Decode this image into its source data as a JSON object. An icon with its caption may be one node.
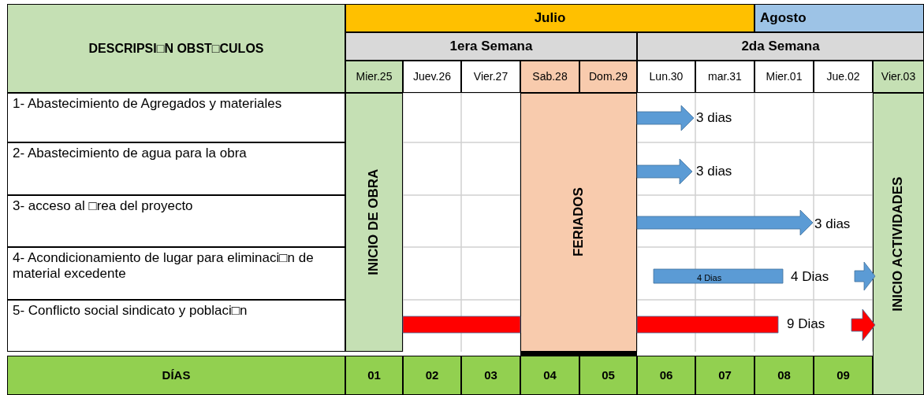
{
  "diagram": {
    "labels": [
      "DESCRIPSI□N OBST□CULOS",
      "Julio",
      "Agosto",
      "1era Semana",
      "2da Semana",
      "Mier.25",
      "Juev.26",
      "Vier.27",
      "Sab.28",
      "Dom.29",
      "Lun.30",
      "mar.31",
      "Mier.01",
      "Jue.02",
      "Vier.03",
      "1- Abastecimiento de Agregados y materiales",
      "INICIO DE OBRA",
      "FERIADOS",
      "3 dias",
      "INICIO ACTIVIDADES",
      "2- Abastecimiento de agua para la obra",
      "3 dias",
      "3- acceso al □rea del proyecto",
      "3 dias",
      "4- Acondicionamiento de lugar para eliminaci□n de material excedente",
      "4 Dias",
      "4 Dias",
      "5- Conflicto social sindicato y poblaci□n",
      "9 Dias",
      "DÍAS",
      "01",
      "02",
      "03",
      "04",
      "05",
      "06",
      "07",
      "08",
      "09"
    ]
  }
}
